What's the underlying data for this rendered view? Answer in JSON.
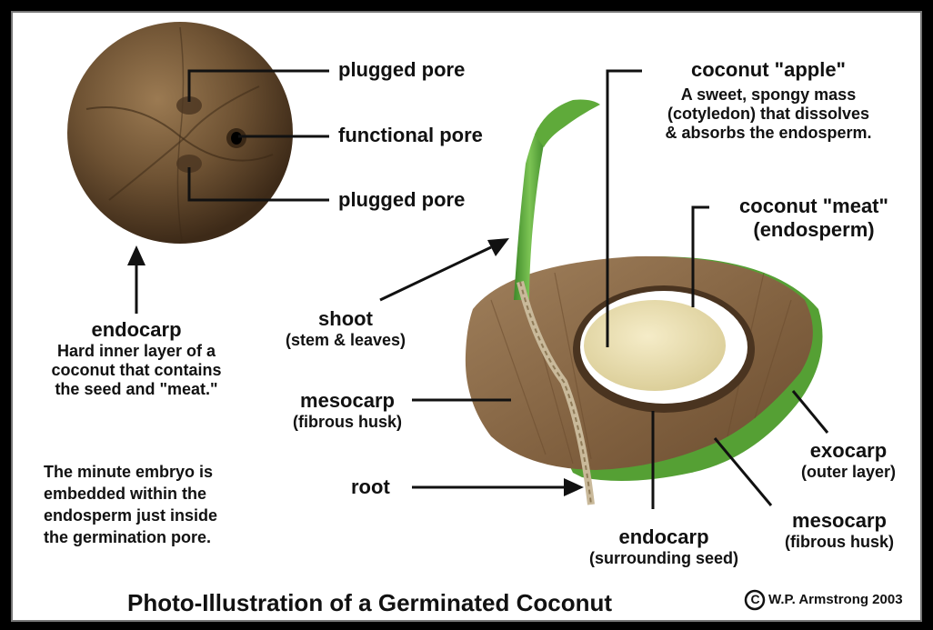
{
  "labels": {
    "plugged_pore_top": "plugged pore",
    "functional_pore": "functional pore",
    "plugged_pore_bottom": "plugged pore",
    "endocarp_left": {
      "title": "endocarp",
      "desc": [
        "Hard inner layer of a",
        "coconut that contains",
        "the seed and \"meat.\""
      ]
    },
    "embryo_note": [
      "The minute embryo is",
      "embedded within the",
      "endosperm just inside",
      "the germination pore."
    ],
    "coconut_apple": {
      "title": "coconut \"apple\"",
      "desc": [
        "A sweet, spongy mass",
        "(cotyledon) that dissolves",
        "& absorbs the endosperm."
      ]
    },
    "coconut_meat": {
      "title": "coconut \"meat\"",
      "sub": "(endosperm)"
    },
    "shoot": {
      "title": "shoot",
      "sub": "(stem & leaves)"
    },
    "mesocarp_left": {
      "title": "mesocarp",
      "sub": "(fibrous husk)"
    },
    "root": "root",
    "exocarp": {
      "title": "exocarp",
      "sub": "(outer layer)"
    },
    "mesocarp_right": {
      "title": "mesocarp",
      "sub": "(fibrous husk)"
    },
    "endocarp_bottom": {
      "title": "endocarp",
      "sub": "(surrounding seed)"
    }
  },
  "caption": "Photo-Illustration of a Germinated Coconut",
  "credit": "W.P. Armstrong 2003",
  "copyright_symbol": "C",
  "colors": {
    "husk_brown": "#8a6a48",
    "shell_dark": "#4a3420",
    "meat_white": "#ffffff",
    "apple_cream": "#ede3b8",
    "exocarp_green": "#55a034",
    "shoot_green": "#5faa3a"
  }
}
